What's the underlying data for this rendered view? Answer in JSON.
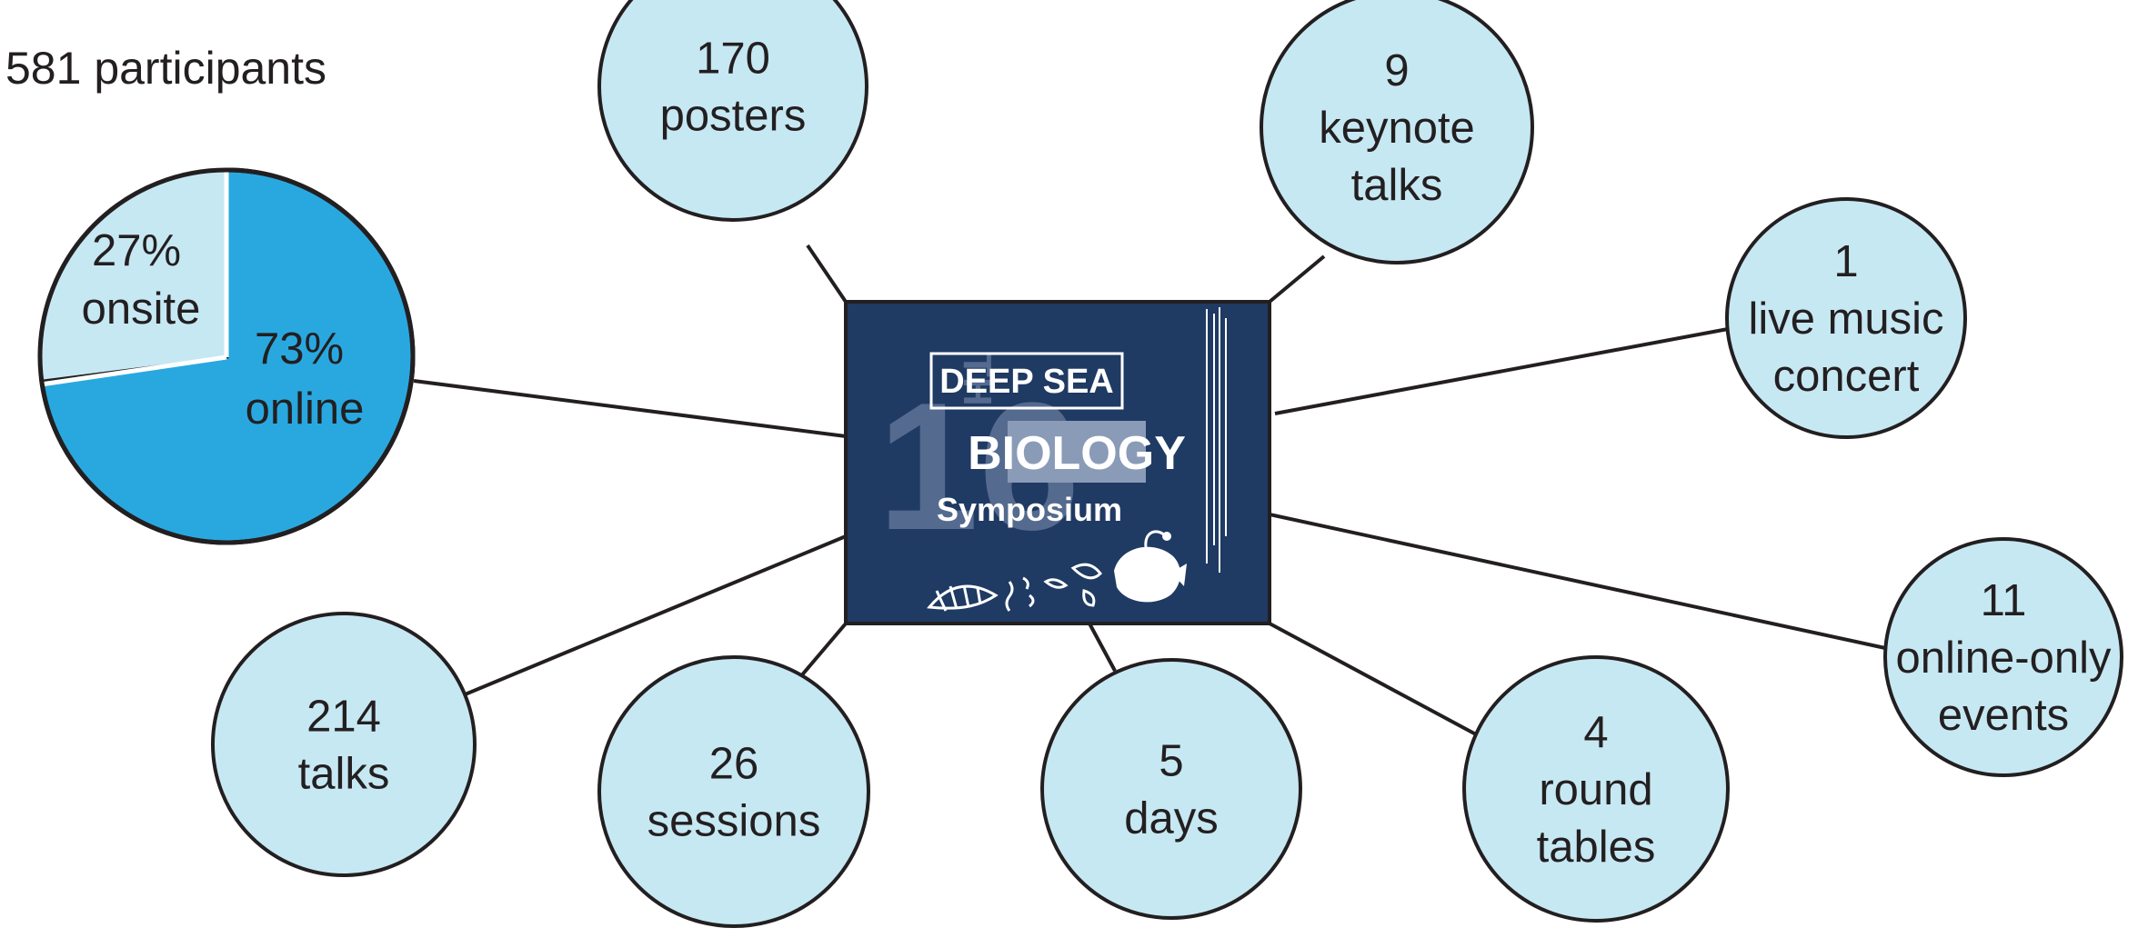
{
  "title": "581 participants",
  "pie": {
    "slices": [
      {
        "label_value": "27%",
        "label_text": "onsite",
        "fraction": 0.27,
        "color": "#c6e8f3"
      },
      {
        "label_value": "73%",
        "label_text": "online",
        "fraction": 0.73,
        "color": "#29a8e0"
      }
    ]
  },
  "logo": {
    "number": "16",
    "suffix": "TH",
    "line1": "DEEP SEA",
    "line2": "BIOLOGY",
    "line3": "Symposium",
    "background": "#1f3a63"
  },
  "bubbles": [
    {
      "id": "posters",
      "lines": [
        "170",
        "posters"
      ]
    },
    {
      "id": "keynote",
      "lines": [
        "9",
        "keynote",
        "talks"
      ]
    },
    {
      "id": "concert",
      "lines": [
        "1",
        "live music",
        "concert"
      ]
    },
    {
      "id": "online-only",
      "lines": [
        "11",
        "online-only",
        "events"
      ]
    },
    {
      "id": "round-tables",
      "lines": [
        "4",
        "round",
        "tables"
      ]
    },
    {
      "id": "days",
      "lines": [
        "5",
        "days"
      ]
    },
    {
      "id": "sessions",
      "lines": [
        "26",
        "sessions"
      ]
    },
    {
      "id": "talks",
      "lines": [
        "214",
        "talks"
      ]
    }
  ],
  "colors": {
    "bubble_fill": "#c6e8f3",
    "stroke": "#231f20",
    "text": "#231f20"
  }
}
